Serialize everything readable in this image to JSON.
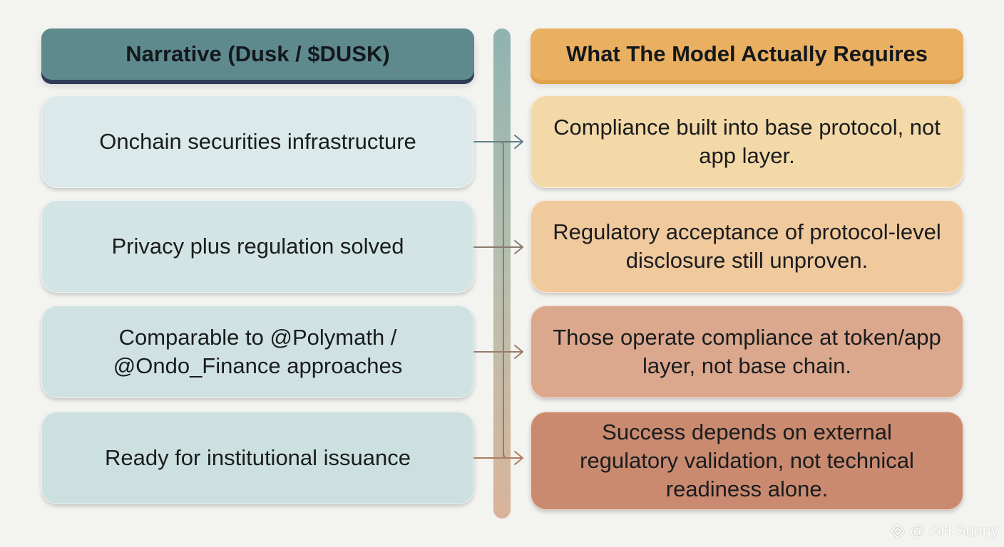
{
  "left_column": {
    "header": "Narrative (Dusk / $DUSK)",
    "items": [
      "Onchain securities infrastructure",
      "Privacy plus regulation solved",
      "Comparable to @Polymath / @Ondo_Finance approaches",
      "Ready for institutional issuance"
    ]
  },
  "right_column": {
    "header": "What The Model Actually Requires",
    "items": [
      "Compliance built into base protocol, not app layer.",
      "Regulatory acceptance of protocol-level disclosure still unproven.",
      "Those operate compliance at token/app layer, not base chain.",
      "Success depends on external regulatory validation, not technical readiness alone."
    ]
  },
  "watermark": "@ GH Sunny",
  "colors": {
    "left_header": "#5e8a8e",
    "right_header": "#eab061",
    "right_cards": [
      "#f4d9a8",
      "#f0c99d",
      "#dba88d",
      "#c98a70"
    ]
  }
}
